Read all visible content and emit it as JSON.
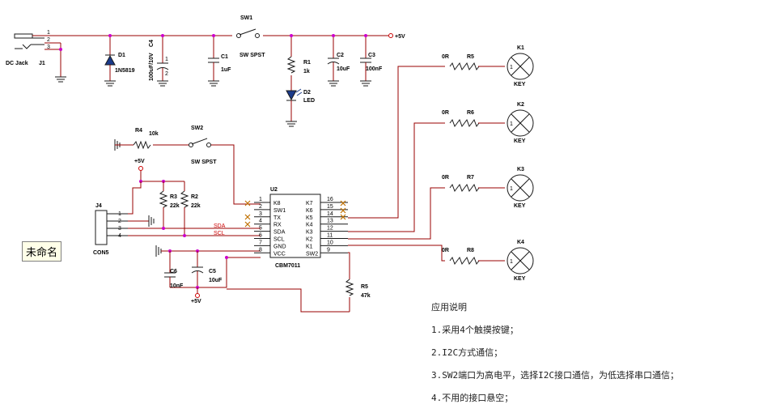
{
  "tooltip": "未命名",
  "notes": {
    "title": "应用说明",
    "items": [
      "1.采用4个触摸按键；",
      "2.I2C方式通信；",
      "3.SW2端口为高电平，选择I2C接口通信，为低选择串口通信；",
      "4.不用的接口悬空；"
    ]
  },
  "labels": {
    "dcjack": "DC Jack",
    "j1": "J1",
    "pin1": "1",
    "pin2": "2",
    "pin3": "3",
    "d1": "D1",
    "d1v": "1N5819",
    "c4": "C4",
    "c4v": "100uF/10V",
    "c4p1": "1",
    "c4p2": "2",
    "sw1": "SW1",
    "sw1v": "SW SPST",
    "c1": "C1",
    "c1v": "1uF",
    "r1": "R1",
    "r1v": "1k",
    "d2": "D2",
    "d2v": "LED",
    "c2": "C2",
    "c2v": "10uF",
    "c3": "C3",
    "c3v": "100nF",
    "plus5v": "+5V",
    "r4": "R4",
    "r4v": "10k",
    "sw2": "SW2",
    "sw2v": "SW SPST",
    "r3": "R3",
    "r3v": "22k",
    "r2": "R2",
    "r2v": "22k",
    "j4": "J4",
    "con5": "CON5",
    "sda": "SDA",
    "scl": "SCL",
    "c6": "C6",
    "c6v": "10nF",
    "c5": "C5",
    "c5v": "10uF",
    "u2": "U2",
    "u2v": "CBM7011",
    "r5": "R5",
    "r5v": "47k",
    "r5k": "R5",
    "r6": "R6",
    "r7": "R7",
    "r8": "R8",
    "zero_r": "0R",
    "k1": "K1",
    "k2": "K2",
    "k3": "K3",
    "k4": "K4",
    "key": "KEY"
  },
  "ic": {
    "left_pins": [
      "1",
      "2",
      "3",
      "4",
      "5",
      "6",
      "7",
      "8"
    ],
    "left_names": [
      "K8",
      "SW1",
      "TX",
      "RX",
      "SDA",
      "SCL",
      "GND",
      "VCC"
    ],
    "right_pins": [
      "16",
      "15",
      "14",
      "13",
      "12",
      "11",
      "10",
      "9"
    ],
    "right_names": [
      "K7",
      "K6",
      "K5",
      "K4",
      "K3",
      "K2",
      "K1",
      "SW2"
    ]
  },
  "connector": {
    "pins": [
      "1",
      "2",
      "3",
      "4"
    ]
  }
}
